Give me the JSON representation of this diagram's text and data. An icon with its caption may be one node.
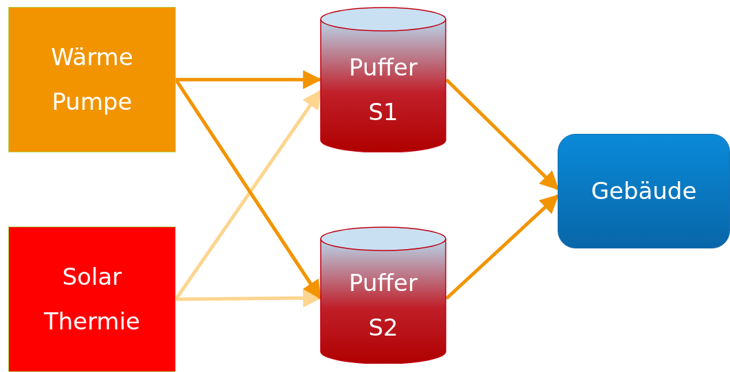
{
  "diagram": {
    "nodes": [
      {
        "text": [
          "Wärme Pumpe"
        ]
      },
      {
        "text": [
          "Solar Thermie"
        ]
      },
      {
        "text": [
          "Puffer S1"
        ]
      },
      {
        "text": [
          "Puffer S2"
        ]
      },
      {
        "text": [
          "Gebäude"
        ]
      }
    ],
    "edges": [
      {
        "from": 0,
        "to": 2,
        "arrow": "to"
      },
      {
        "from": 0,
        "to": 3,
        "arrow": "to"
      },
      {
        "from": 1,
        "to": 2,
        "arrow": "to",
        "color": "#fdd58f"
      },
      {
        "from": 1,
        "to": 3,
        "arrow": "to",
        "color": "#fdd58f"
      },
      {
        "from": 2,
        "to": 4,
        "arrow": "to"
      },
      {
        "from": 3,
        "to": 4,
        "arrow": "to"
      }
    ]
  }
}
